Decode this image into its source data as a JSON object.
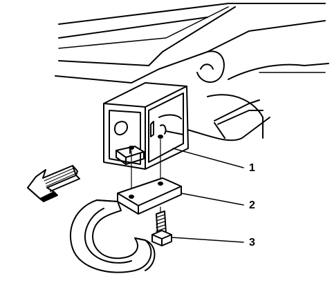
{
  "diagram": {
    "callouts": [
      {
        "id": 1,
        "label": "1"
      },
      {
        "id": 2,
        "label": "2"
      },
      {
        "id": 3,
        "label": "3"
      }
    ],
    "colors": {
      "line": "#000000",
      "fill": "#ffffff",
      "shade": "#cfcfcf"
    },
    "icons": {
      "arrow": "front-direction-arrow-icon"
    }
  }
}
